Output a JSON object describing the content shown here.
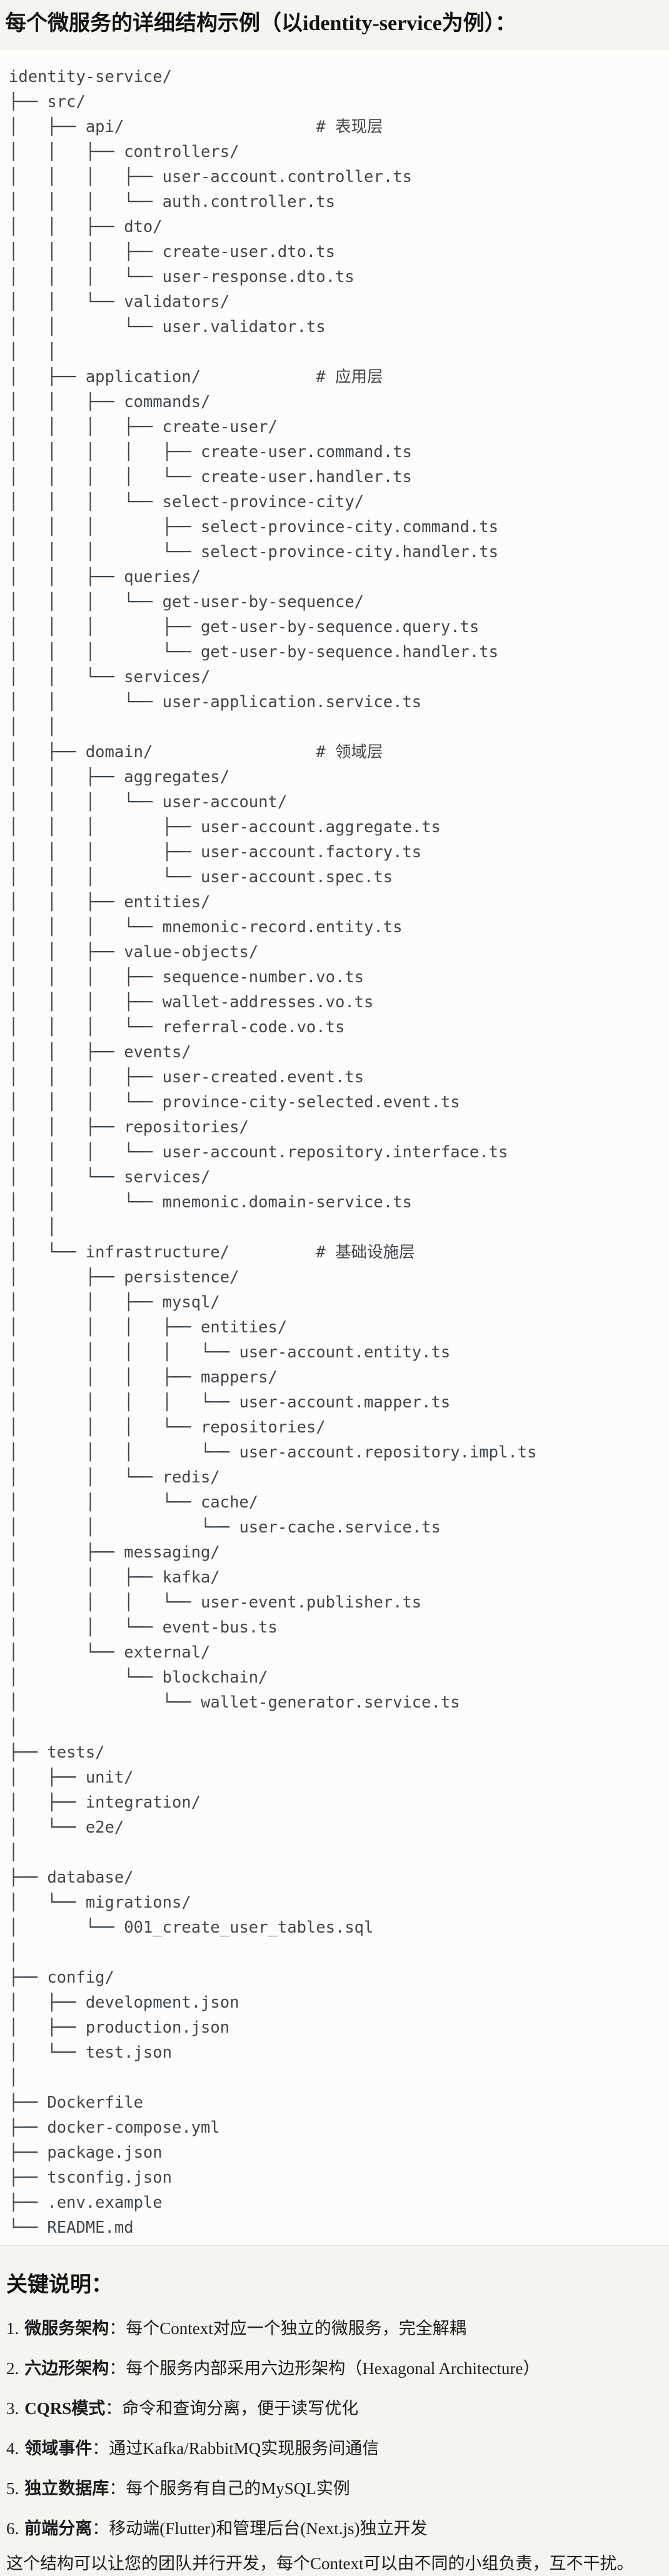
{
  "page": {
    "title": "每个微服务的详细结构示例（以identity-service为例）："
  },
  "colors": {
    "page_bg": "#f5f4ef",
    "code_bg": "#fdfcfa",
    "border": "#e4e3dd",
    "code_text": "#40464c",
    "body_text": "#17181a"
  },
  "tree": {
    "lines": [
      "identity-service/",
      "├── src/",
      "│   ├── api/                    # 表现层",
      "│   │   ├── controllers/",
      "│   │   │   ├── user-account.controller.ts",
      "│   │   │   └── auth.controller.ts",
      "│   │   ├── dto/",
      "│   │   │   ├── create-user.dto.ts",
      "│   │   │   └── user-response.dto.ts",
      "│   │   └── validators/",
      "│   │       └── user.validator.ts",
      "│   │",
      "│   ├── application/            # 应用层",
      "│   │   ├── commands/",
      "│   │   │   ├── create-user/",
      "│   │   │   │   ├── create-user.command.ts",
      "│   │   │   │   └── create-user.handler.ts",
      "│   │   │   └── select-province-city/",
      "│   │   │       ├── select-province-city.command.ts",
      "│   │   │       └── select-province-city.handler.ts",
      "│   │   ├── queries/",
      "│   │   │   └── get-user-by-sequence/",
      "│   │   │       ├── get-user-by-sequence.query.ts",
      "│   │   │       └── get-user-by-sequence.handler.ts",
      "│   │   └── services/",
      "│   │       └── user-application.service.ts",
      "│   │",
      "│   ├── domain/                 # 领域层",
      "│   │   ├── aggregates/",
      "│   │   │   └── user-account/",
      "│   │   │       ├── user-account.aggregate.ts",
      "│   │   │       ├── user-account.factory.ts",
      "│   │   │       └── user-account.spec.ts",
      "│   │   ├── entities/",
      "│   │   │   └── mnemonic-record.entity.ts",
      "│   │   ├── value-objects/",
      "│   │   │   ├── sequence-number.vo.ts",
      "│   │   │   ├── wallet-addresses.vo.ts",
      "│   │   │   └── referral-code.vo.ts",
      "│   │   ├── events/",
      "│   │   │   ├── user-created.event.ts",
      "│   │   │   └── province-city-selected.event.ts",
      "│   │   ├── repositories/",
      "│   │   │   └── user-account.repository.interface.ts",
      "│   │   └── services/",
      "│   │       └── mnemonic.domain-service.ts",
      "│   │",
      "│   └── infrastructure/         # 基础设施层",
      "│       ├── persistence/",
      "│       │   ├── mysql/",
      "│       │   │   ├── entities/",
      "│       │   │   │   └── user-account.entity.ts",
      "│       │   │   ├── mappers/",
      "│       │   │   │   └── user-account.mapper.ts",
      "│       │   │   └── repositories/",
      "│       │   │       └── user-account.repository.impl.ts",
      "│       │   └── redis/",
      "│       │       └── cache/",
      "│       │           └── user-cache.service.ts",
      "│       ├── messaging/",
      "│       │   ├── kafka/",
      "│       │   │   └── user-event.publisher.ts",
      "│       │   └── event-bus.ts",
      "│       └── external/",
      "│           └── blockchain/",
      "│               └── wallet-generator.service.ts",
      "│",
      "├── tests/",
      "│   ├── unit/",
      "│   ├── integration/",
      "│   └── e2e/",
      "│",
      "├── database/",
      "│   └── migrations/",
      "│       └── 001_create_user_tables.sql",
      "│",
      "├── config/",
      "│   ├── development.json",
      "│   ├── production.json",
      "│   └── test.json",
      "│",
      "├── Dockerfile",
      "├── docker-compose.yml",
      "├── package.json",
      "├── tsconfig.json",
      "├── .env.example",
      "└── README.md"
    ]
  },
  "notes": {
    "heading": "关键说明：",
    "items": [
      {
        "num": "1.",
        "label": "微服务架构",
        "text": "：每个Context对应一个独立的微服务，完全解耦"
      },
      {
        "num": "2.",
        "label": "六边形架构",
        "text": "：每个服务内部采用六边形架构（Hexagonal Architecture）"
      },
      {
        "num": "3.",
        "label": "CQRS模式",
        "text": "：命令和查询分离，便于读写优化"
      },
      {
        "num": "4.",
        "label": "领域事件",
        "text": "：通过Kafka/RabbitMQ实现服务间通信"
      },
      {
        "num": "5.",
        "label": "独立数据库",
        "text": "：每个服务有自己的MySQL实例"
      },
      {
        "num": "6.",
        "label": "前端分离",
        "text": "：移动端(Flutter)和管理后台(Next.js)独立开发"
      }
    ],
    "footer": "这个结构可以让您的团队并行开发，每个Context可以由不同的小组负责，互不干扰。"
  }
}
